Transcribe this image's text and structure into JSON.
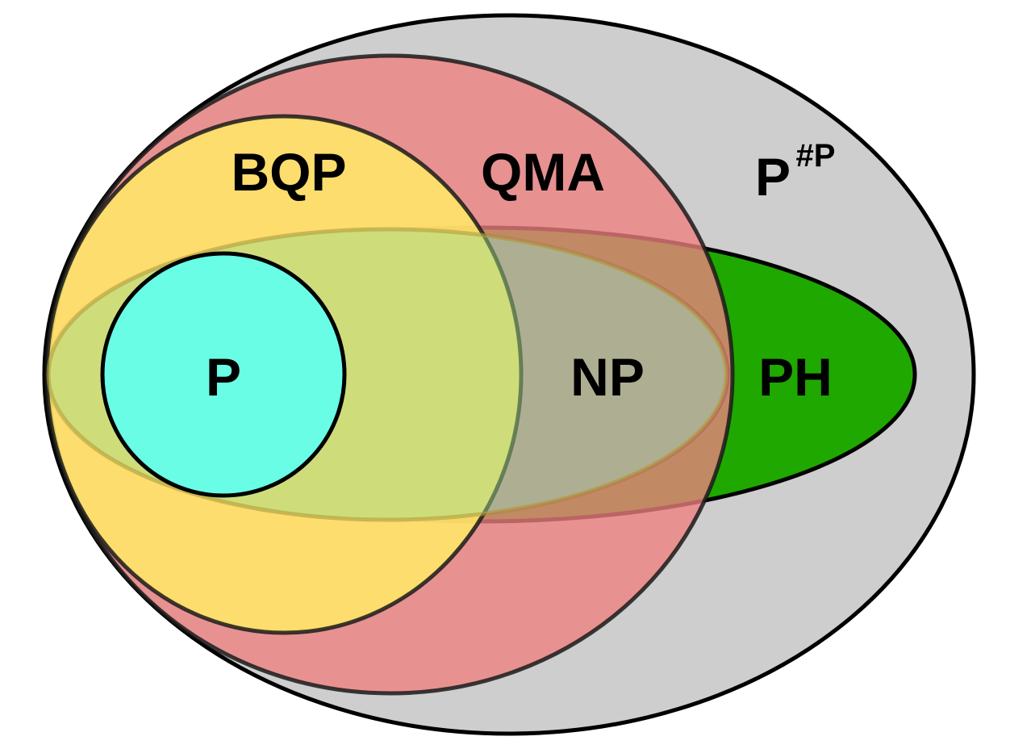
{
  "diagram": {
    "sets": {
      "psharpp": {
        "label": "P",
        "superscript": "#P",
        "color": "#cecece"
      },
      "qma": {
        "label": "QMA",
        "color": "#f08080"
      },
      "bqp": {
        "label": "BQP",
        "color": "#ffea66"
      },
      "ph": {
        "label": "PH",
        "color": "#1fa800"
      },
      "np": {
        "label": "NP",
        "color": "#0099ff"
      },
      "p": {
        "label": "P",
        "color": "#69fde5"
      }
    }
  }
}
